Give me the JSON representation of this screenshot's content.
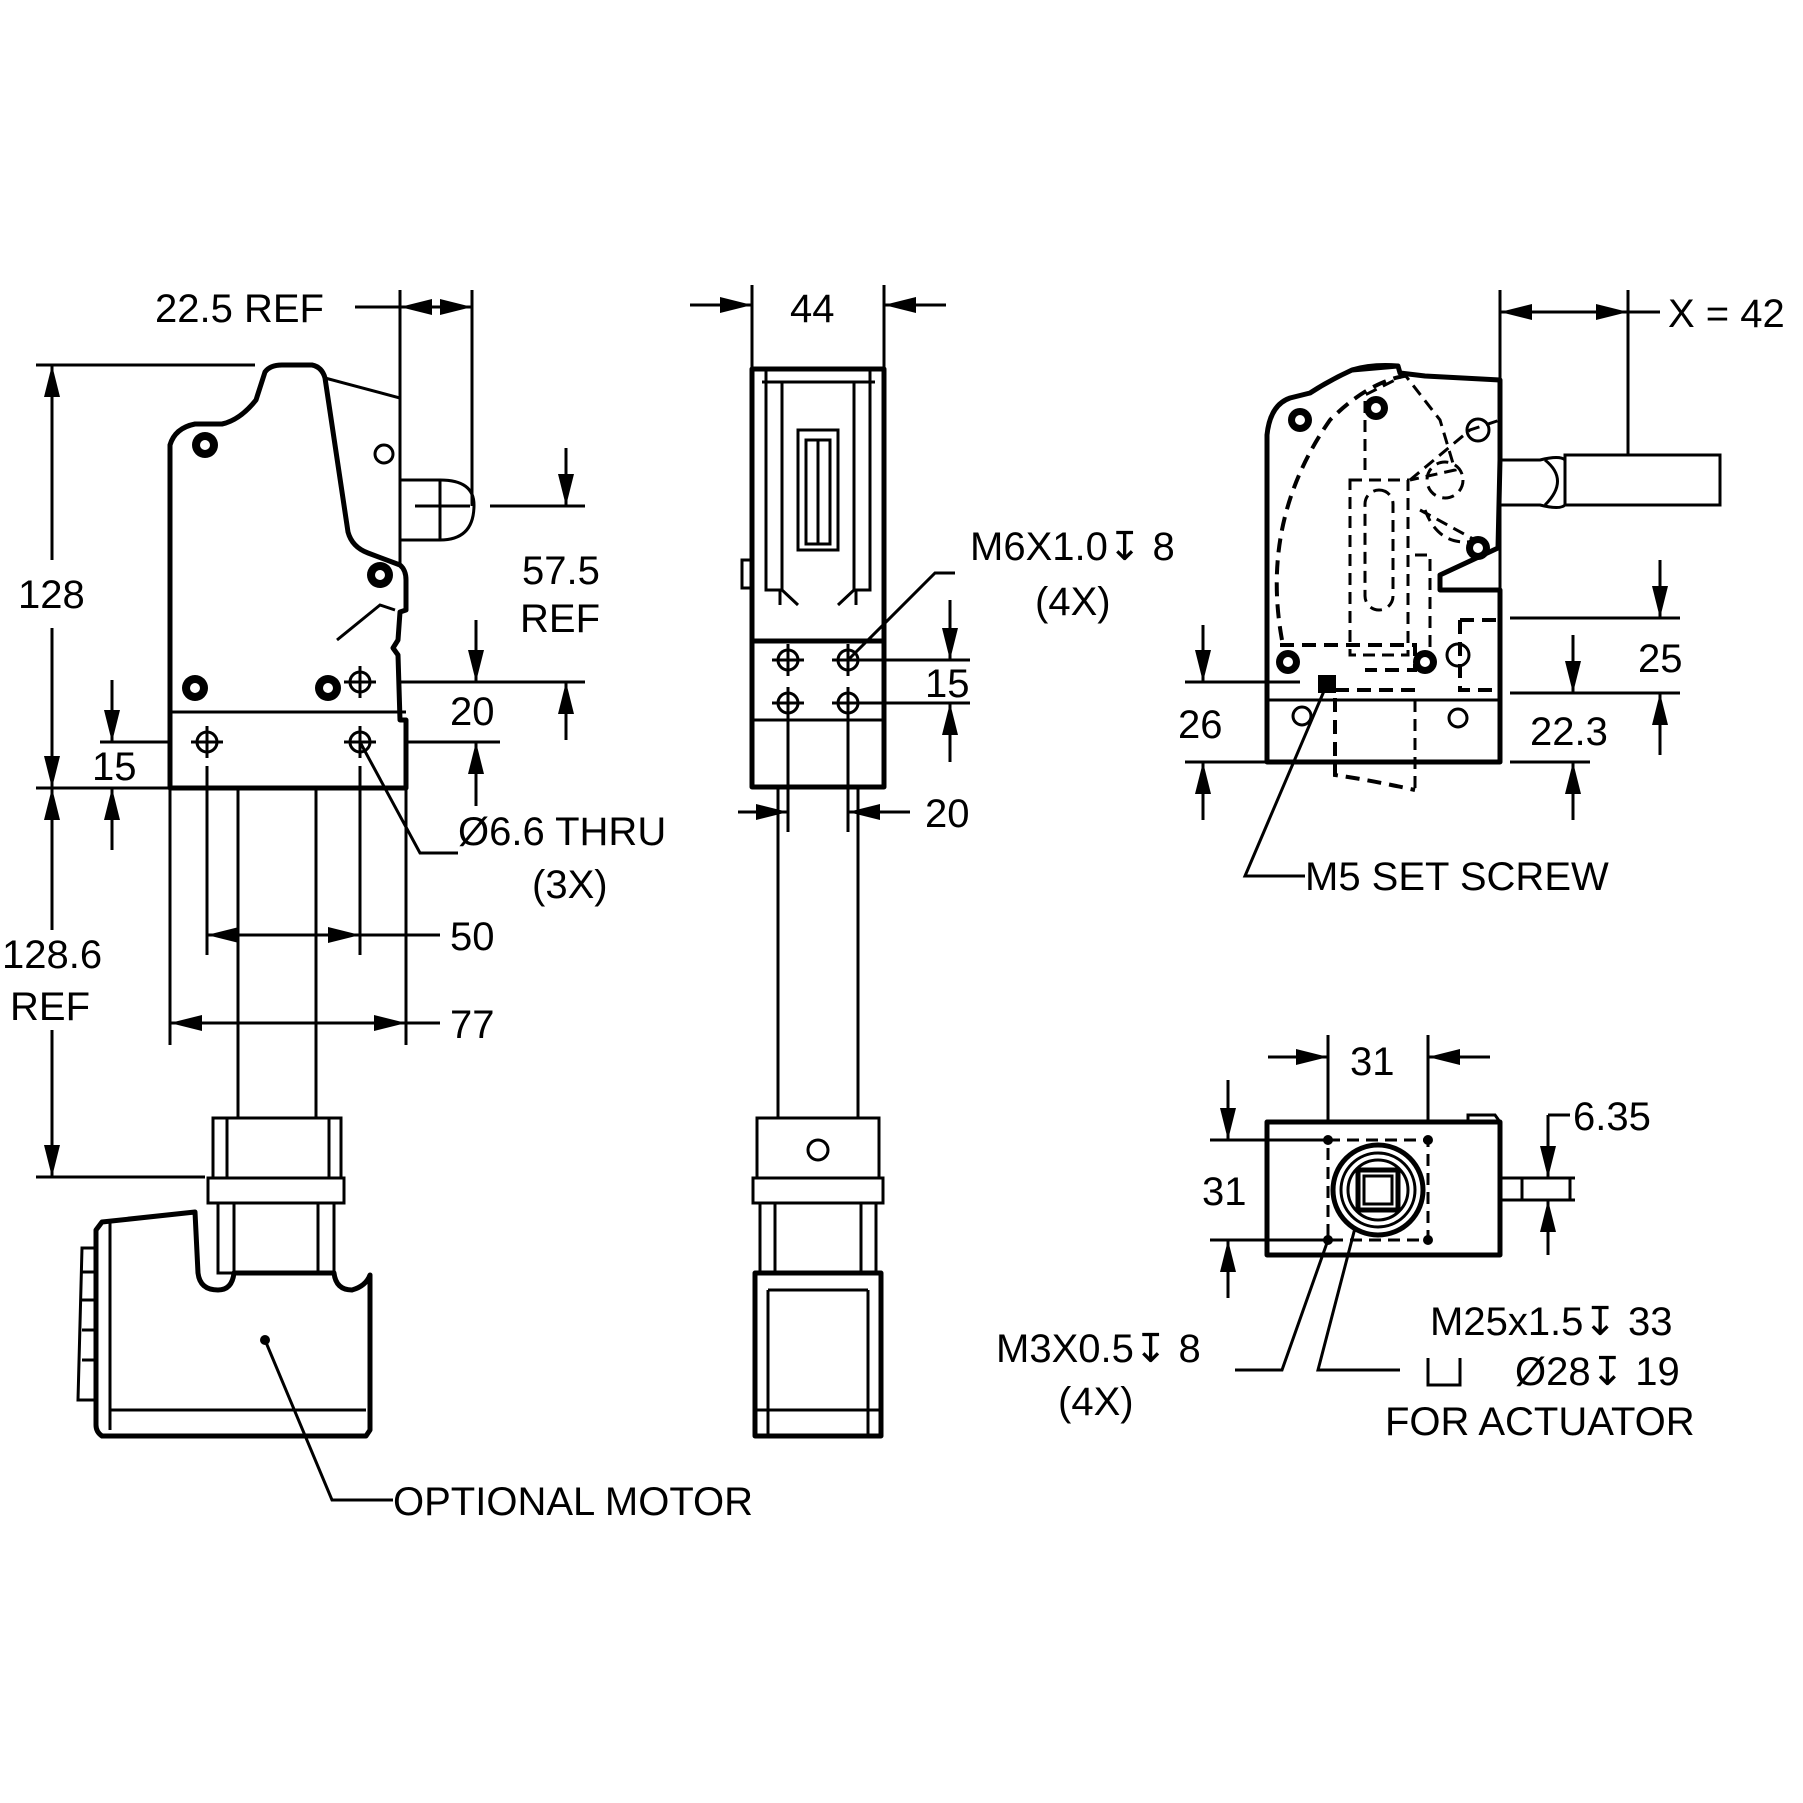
{
  "views": {
    "side": {
      "dim_top_ref": "22.5 REF",
      "dim_height": "128",
      "dim_actuator_v1": "57.5",
      "dim_actuator_v2": "REF",
      "dim_hole_v": "20",
      "dim_base_v": "15",
      "hole_callout_1": "Ø6.6 THRU",
      "hole_callout_2": "(3X)",
      "dim_motor_1": "128.6",
      "dim_motor_2": "REF",
      "dim_hole_spacing": "50",
      "dim_width": "77",
      "motor_label": "OPTIONAL MOTOR"
    },
    "front": {
      "dim_width": "44",
      "thread_callout_1": "M6X1.0↧ 8",
      "thread_callout_2": "(4X)",
      "dim_hole_v": "15",
      "dim_hole_h": "20"
    },
    "rear": {
      "dim_x": "X = 42",
      "dim_25": "25",
      "dim_26": "26",
      "dim_22_3": "22.3",
      "setscrew_label": "M5 SET SCREW"
    },
    "end": {
      "dim_31_h": "31",
      "dim_31_v": "31",
      "dim_6_35": "6.35",
      "thread_callout_1": "M3X0.5↧ 8",
      "thread_callout_2": "(4X)",
      "actuator_callout_1": "M25x1.5↧ 33",
      "actuator_callout_2": "Ø28↧ 19",
      "actuator_callout_3": "FOR ACTUATOR"
    }
  }
}
